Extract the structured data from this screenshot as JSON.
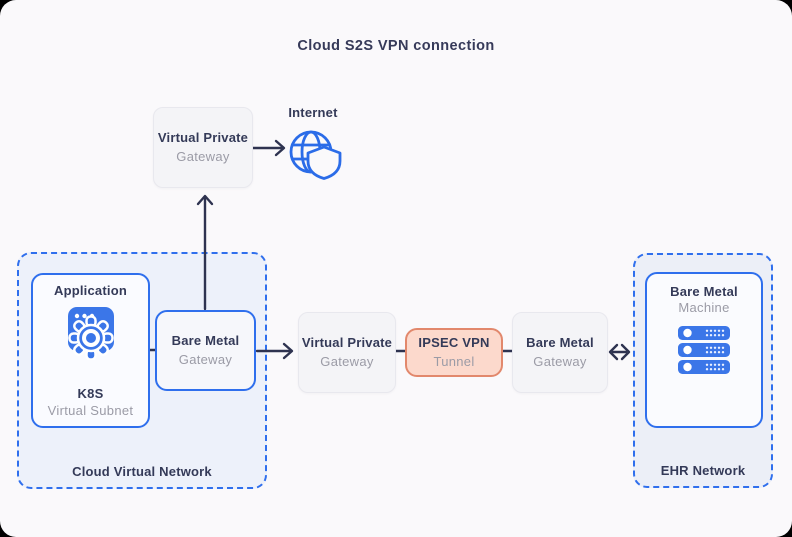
{
  "title": "Cloud S2S VPN connection",
  "colors": {
    "accent_blue": "#2F6FED",
    "icon_blue": "#3B76E8",
    "navy_text": "#343A58",
    "muted_text": "#9B9BA6",
    "salmon_fill": "#FCD9CC",
    "salmon_border": "#E2886C",
    "canvas_bg": "#FAF9FB",
    "cloud_container_fill": "#EDF1FA",
    "ehr_container_fill": "#ECEFF7"
  },
  "internet": {
    "label": "Internet",
    "icon": "globe-shield-icon"
  },
  "containers": {
    "cloud_network": {
      "label": "Cloud Virtual Network"
    },
    "ehr_network": {
      "label": "EHR Network"
    }
  },
  "nodes": {
    "vpg_top": {
      "label": "Virtual Private",
      "sublabel": "Gateway"
    },
    "application": {
      "label": "Application",
      "icon": "app-window-gear-icon",
      "k8s_label": "K8S",
      "subnet_label": "Virtual Subnet"
    },
    "bm_gateway_left": {
      "label": "Bare Metal",
      "sublabel": "Gateway"
    },
    "vpg_mid": {
      "label": "Virtual Private",
      "sublabel": "Gateway"
    },
    "ipsec_tunnel": {
      "label": "IPSEC VPN",
      "sublabel": "Tunnel"
    },
    "bm_gateway_right": {
      "label": "Bare Metal",
      "sublabel": "Gateway"
    },
    "bm_machine": {
      "label": "Bare Metal",
      "sublabel": "Machine",
      "icon": "server-stack-icon"
    }
  }
}
